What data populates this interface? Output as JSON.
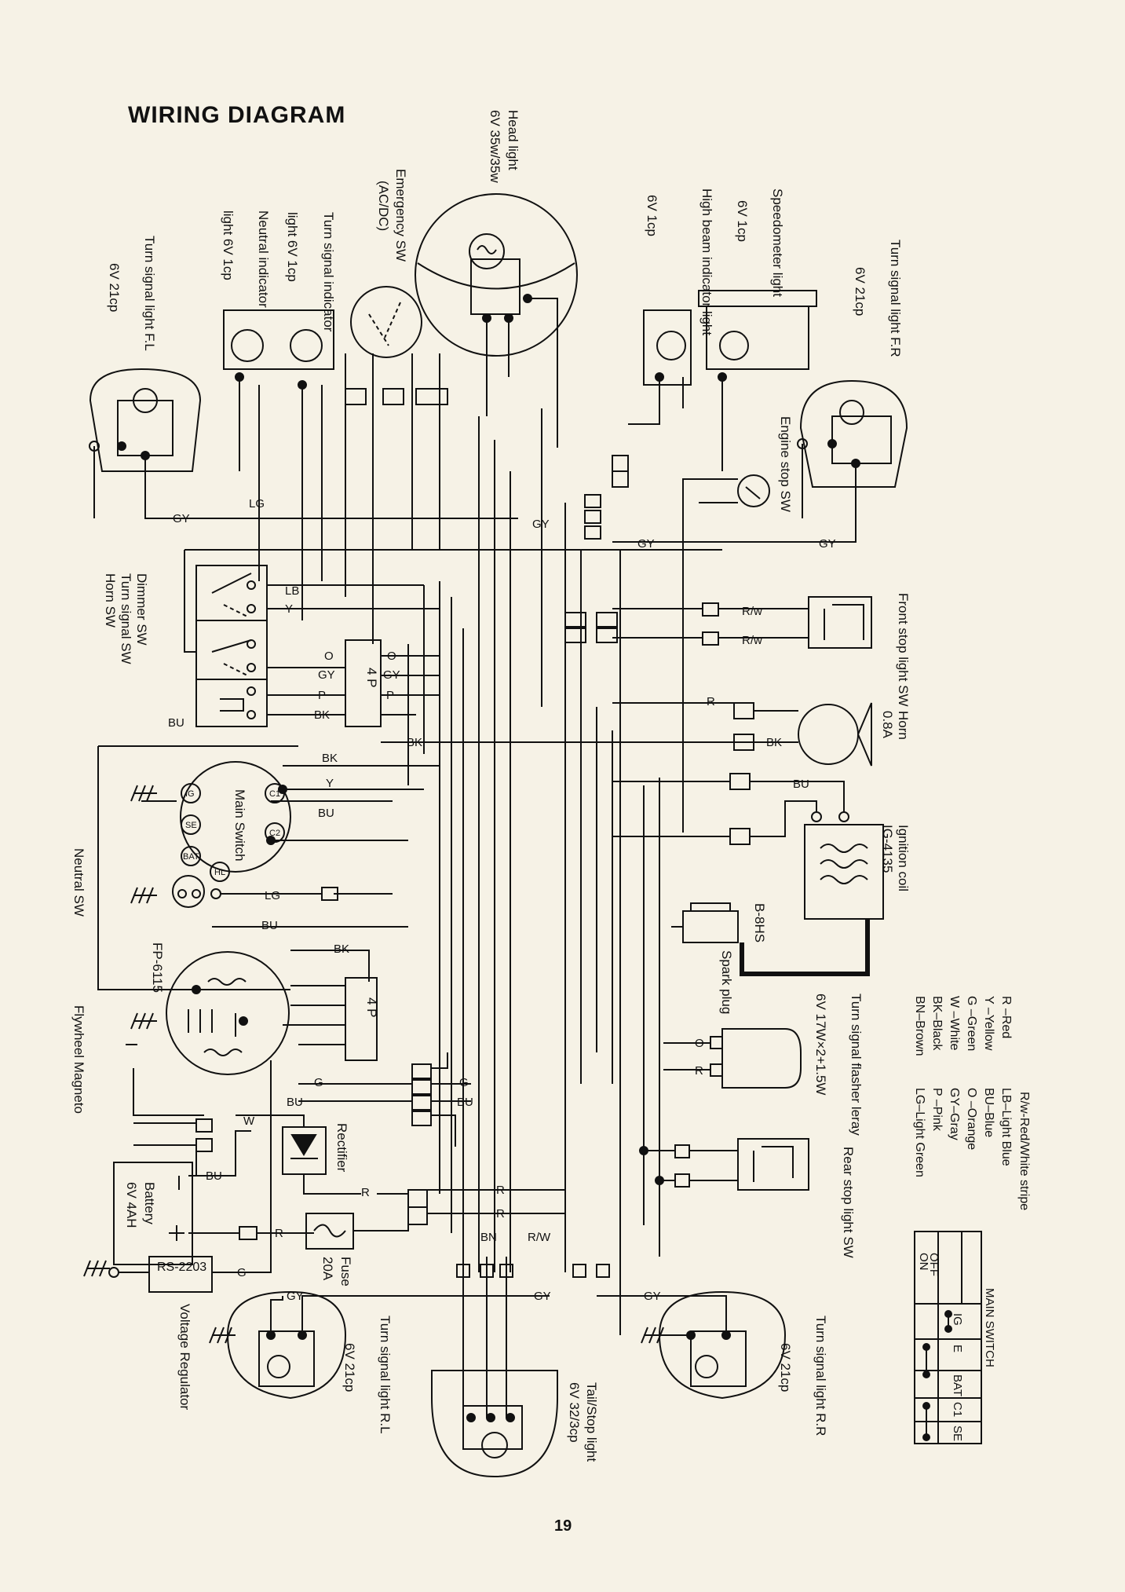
{
  "page": {
    "title": "WIRING DIAGRAM",
    "page_number": "19"
  },
  "components": {
    "head_light": {
      "name": "Head light",
      "spec": "6V 35w/35w"
    },
    "emergency_sw": {
      "name": "Emergency SW",
      "spec": "(AC/DC)"
    },
    "turn_indicator": {
      "name": "Turn signal indicator",
      "spec": "light 6V 1cp"
    },
    "neutral_indicator": {
      "name": "Neutral indicator",
      "spec": "light 6V 1cp"
    },
    "turn_fl": {
      "name": "Turn signal light F.L",
      "spec": "6V 21cp"
    },
    "speedometer": {
      "name": "Speedometer light",
      "spec": "6V 1cp"
    },
    "high_beam": {
      "name": "High beam indicator light",
      "spec": "6V 1cp"
    },
    "turn_fr": {
      "name": "Turn signal light F.R",
      "spec": "6V 21cp"
    },
    "engine_stop": {
      "name": "Engine stop SW"
    },
    "handlebar_sw": {
      "dimmer": "Dimmer SW",
      "turn": "Turn signal SW",
      "horn": "Horn SW"
    },
    "front_stop": {
      "name": "Front stop light SW"
    },
    "horn": {
      "name": "Horn",
      "spec": "0.8A"
    },
    "main_switch": {
      "name": "Main Switch"
    },
    "ignition_coil": {
      "name": "Ignition coil",
      "spec": "IG-4135"
    },
    "spark_plug": {
      "name": "Spark plug",
      "spec": "B-8HS"
    },
    "neutral_sw": {
      "name": "Neutral SW"
    },
    "magneto": {
      "name": "Flywheel Magneto",
      "model": "FP-6115"
    },
    "flasher": {
      "name": "Turn signal flasher leray",
      "spec": "6V 17W×2+1.5W"
    },
    "rear_stop": {
      "name": "Rear stop light SW"
    },
    "rectifier": {
      "name": "Rectifier"
    },
    "battery": {
      "name": "Battery",
      "spec": "6V 4AH"
    },
    "fuse": {
      "name": "Fuse",
      "spec": "20A"
    },
    "regulator": {
      "name": "Voltage Regulator",
      "model": "RS-2203"
    },
    "turn_rl": {
      "name": "Turn signal light R.L",
      "spec": "6V 21cp"
    },
    "turn_rr": {
      "name": "Turn signal light R.R",
      "spec": "6V 21cp"
    },
    "tail_stop": {
      "name": "Tail/Stop light",
      "spec": "6V 32/3cp"
    }
  },
  "connector_labels": {
    "four_pin": "4 P"
  },
  "main_switch_terminals": [
    "IG",
    "SE",
    "BAT",
    "HL",
    "C2",
    "C1"
  ],
  "wire_labels": [
    "GY",
    "LG",
    "BU",
    "LB",
    "Y",
    "O",
    "P",
    "BK",
    "R",
    "G",
    "W",
    "BN",
    "R/w",
    "R/W",
    "R/ w"
  ],
  "legend": {
    "header": "R/w-Red/White stripe",
    "entries": [
      "R –Red",
      "Y –Yellow",
      "G –Green",
      "W –White",
      "BK–Black",
      "BN–Brown",
      "LB–Light Blue",
      "BU–Blue",
      "O –Orange",
      "GY–Gray",
      "P –Pink",
      "LG–Light Green"
    ]
  },
  "main_switch_table": {
    "title": "MAIN SWITCH",
    "columns": [
      "IG",
      "E",
      "BAT",
      "C1",
      "SE"
    ],
    "rows": [
      "OFF",
      "ON"
    ]
  }
}
